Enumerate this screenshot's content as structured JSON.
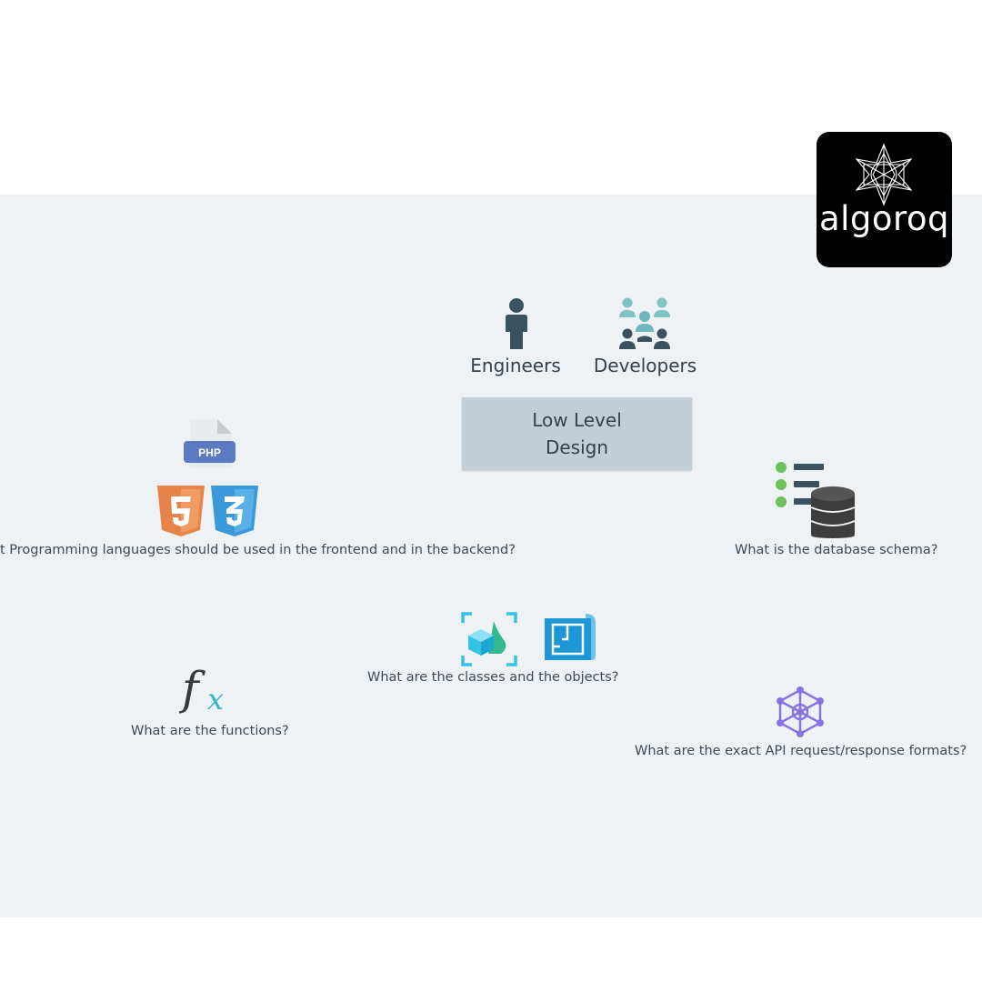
{
  "logo": {
    "text": "algoroq"
  },
  "roles": {
    "engineers": "Engineers",
    "developers": "Developers"
  },
  "center": {
    "label": "Low Level\nDesign"
  },
  "questions": {
    "languages": "t Programming languages should be used in the frontend and in the backend?",
    "database": "What is the database schema?",
    "classes": "What are the classes and the objects?",
    "functions": "What are the functions?",
    "api": "What are the exact API request/response formats?"
  },
  "icons": {
    "php_badge": "PHP",
    "fx_f": "f",
    "fx_x": "x"
  },
  "colors": {
    "canvas": "#eff2f5",
    "box": "#c4ced6",
    "person_dark": "#3a5160",
    "person_teal": "#7fc3c3",
    "html_orange": "#e8844a",
    "css_blue": "#3a9ad9",
    "php_blue": "#5a7bbf",
    "green_dot": "#6cc35a",
    "db_dark": "#3d3d3d",
    "cyan": "#33c3e6",
    "purple": "#8a72e6"
  }
}
